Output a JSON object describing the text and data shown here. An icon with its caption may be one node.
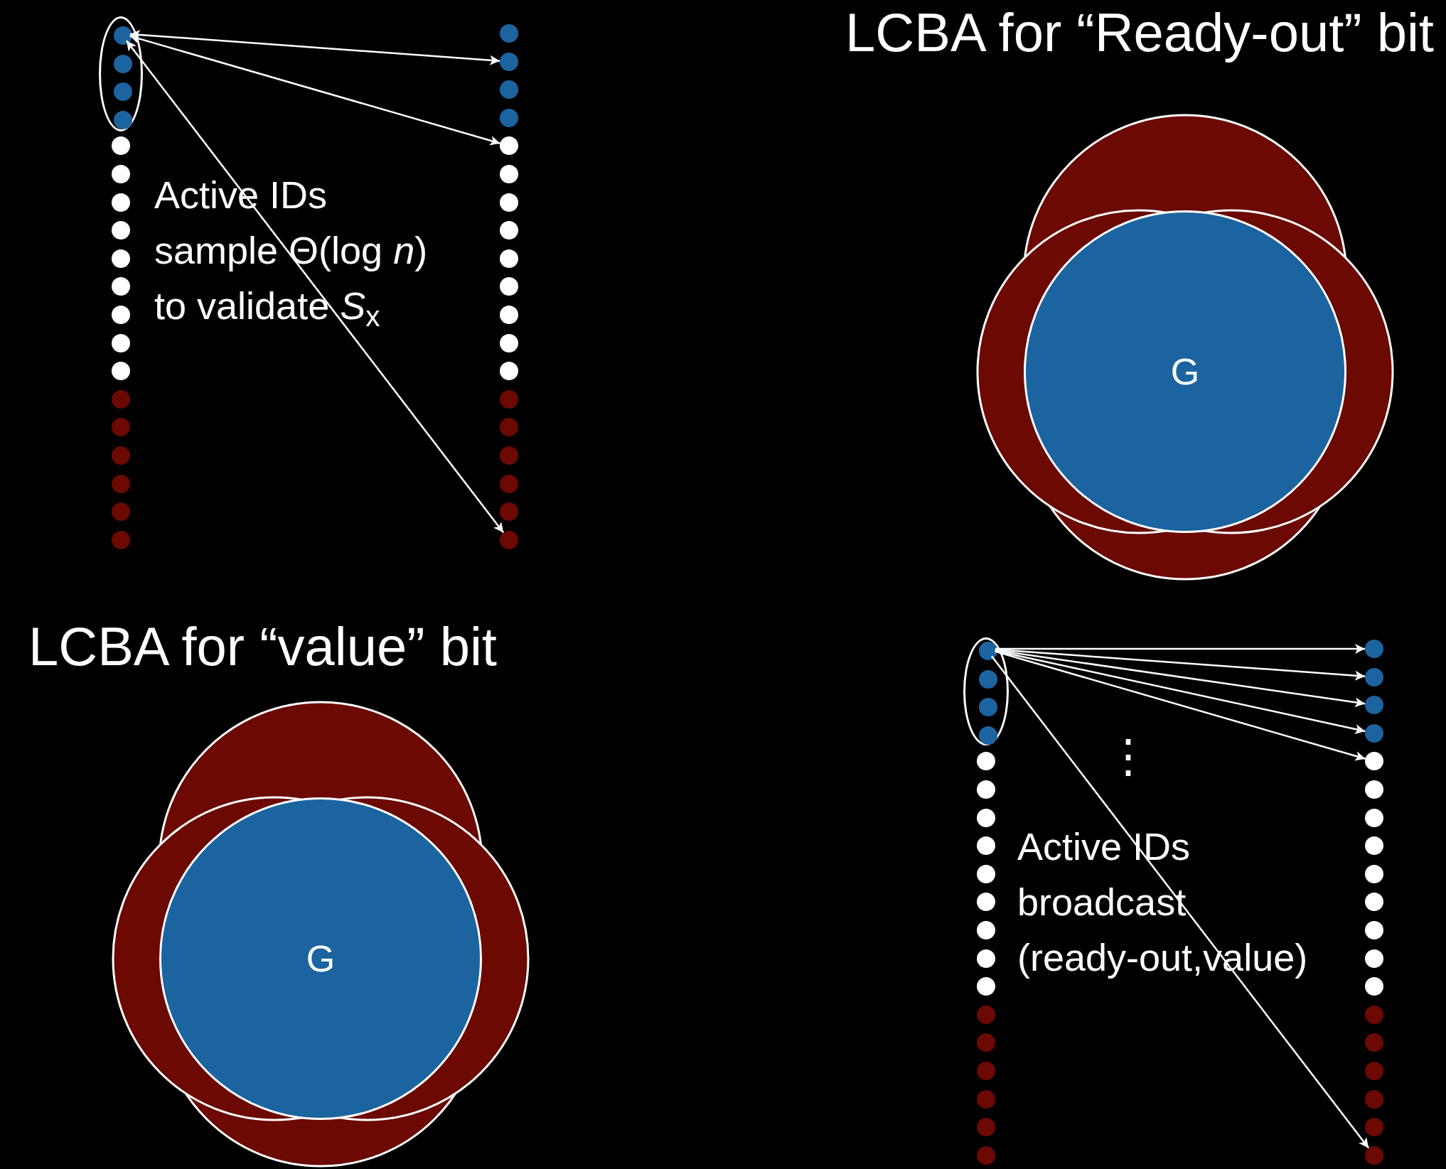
{
  "diagram": {
    "nodes": [
      {
        "text": [],
        "shape": "ellipse"
      },
      {
        "text": [],
        "shape": "circle",
        "in": 0
      },
      {
        "text": [],
        "shape": "circle",
        "in": 0
      },
      {
        "text": [],
        "shape": "circle",
        "in": 0
      },
      {
        "text": [],
        "shape": "circle",
        "in": 0
      },
      {
        "text": [],
        "shape": "circle"
      },
      {
        "text": [],
        "shape": "circle"
      },
      {
        "text": [],
        "shape": "circle"
      },
      {
        "text": [],
        "shape": "circle"
      },
      {
        "text": [],
        "shape": "circle"
      },
      {
        "text": [],
        "shape": "circle"
      },
      {
        "text": [],
        "shape": "circle"
      },
      {
        "text": [],
        "shape": "circle"
      },
      {
        "text": [],
        "shape": "circle"
      },
      {
        "text": [],
        "shape": "circle"
      },
      {
        "text": [],
        "shape": "circle"
      },
      {
        "text": [],
        "shape": "circle"
      },
      {
        "text": [],
        "shape": "circle"
      },
      {
        "text": [],
        "shape": "circle"
      },
      {
        "text": [],
        "shape": "circle"
      },
      {
        "text": [],
        "shape": "circle"
      },
      {
        "text": [],
        "shape": "circle"
      },
      {
        "text": [],
        "shape": "circle"
      },
      {
        "text": [],
        "shape": "circle"
      },
      {
        "text": [],
        "shape": "circle"
      },
      {
        "text": [],
        "shape": "circle"
      },
      {
        "text": [],
        "shape": "circle"
      },
      {
        "text": [],
        "shape": "circle"
      },
      {
        "text": [],
        "shape": "circle"
      },
      {
        "text": [],
        "shape": "circle"
      },
      {
        "text": [],
        "shape": "circle"
      },
      {
        "text": [],
        "shape": "circle"
      },
      {
        "text": [],
        "shape": "circle"
      },
      {
        "text": [],
        "shape": "circle"
      },
      {
        "text": [],
        "shape": "circle"
      },
      {
        "text": [],
        "shape": "circle"
      },
      {
        "text": [],
        "shape": "circle"
      },
      {
        "text": [],
        "shape": "circle"
      },
      {
        "text": [],
        "shape": "circle"
      },
      {
        "text": [],
        "shape": "blob"
      },
      {
        "text": [
          "G"
        ]
      },
      {
        "text": [],
        "shape": "blob"
      },
      {
        "text": [
          "G"
        ]
      },
      {
        "text": [],
        "shape": "ellipse"
      },
      {
        "text": [],
        "shape": "circle",
        "in": 43
      },
      {
        "text": [],
        "shape": "circle",
        "in": 43
      },
      {
        "text": [],
        "shape": "circle",
        "in": 43
      },
      {
        "text": [],
        "shape": "circle",
        "in": 43
      },
      {
        "text": [],
        "shape": "circle"
      },
      {
        "text": [],
        "shape": "circle"
      },
      {
        "text": [],
        "shape": "circle"
      },
      {
        "text": [],
        "shape": "circle"
      },
      {
        "text": [],
        "shape": "circle"
      },
      {
        "text": [],
        "shape": "circle"
      },
      {
        "text": [],
        "shape": "circle"
      },
      {
        "text": [],
        "shape": "circle"
      },
      {
        "text": [],
        "shape": "circle"
      },
      {
        "text": [],
        "shape": "circle"
      },
      {
        "text": [],
        "shape": "circle"
      },
      {
        "text": [],
        "shape": "circle"
      },
      {
        "text": [],
        "shape": "circle"
      },
      {
        "text": [],
        "shape": "circle"
      },
      {
        "text": [],
        "shape": "circle"
      },
      {
        "text": [],
        "shape": "circle"
      },
      {
        "text": [],
        "shape": "circle"
      },
      {
        "text": [],
        "shape": "circle"
      },
      {
        "text": [],
        "shape": "circle"
      },
      {
        "text": [],
        "shape": "circle"
      },
      {
        "text": [],
        "shape": "circle"
      },
      {
        "text": [],
        "shape": "circle"
      },
      {
        "text": [],
        "shape": "circle"
      },
      {
        "text": [],
        "shape": "circle"
      },
      {
        "text": [],
        "shape": "circle"
      },
      {
        "text": [],
        "shape": "circle"
      },
      {
        "text": [],
        "shape": "circle"
      },
      {
        "text": [],
        "shape": "circle"
      },
      {
        "text": [],
        "shape": "circle"
      },
      {
        "text": [],
        "shape": "circle"
      },
      {
        "text": [],
        "shape": "circle"
      },
      {
        "text": [],
        "shape": "circle"
      },
      {
        "text": [],
        "shape": "circle"
      },
      {
        "text": [],
        "shape": "circle"
      }
    ],
    "edges": [
      {
        "from": 1,
        "to": 21,
        "arrow": "both"
      },
      {
        "from": 1,
        "to": 24,
        "arrow": "both"
      },
      {
        "from": 1,
        "to": 38,
        "arrow": "both"
      },
      {
        "from": 44,
        "to": 63,
        "arrow": "to"
      },
      {
        "from": 44,
        "to": 64,
        "arrow": "to"
      },
      {
        "from": 44,
        "to": 65,
        "arrow": "to"
      },
      {
        "from": 44,
        "to": 66,
        "arrow": "to"
      },
      {
        "from": 44,
        "to": 67,
        "arrow": "to"
      },
      {
        "from": 44,
        "to": 81,
        "arrow": "to"
      }
    ],
    "labels": [
      "LCBA for “Ready-out” bit",
      "Active IDs sample Θ(log *n*) to validate *S*$_{x}$",
      "LCBA for “value” bit",
      "⋮",
      "Active IDs broadcast (ready-out,value)"
    ]
  }
}
